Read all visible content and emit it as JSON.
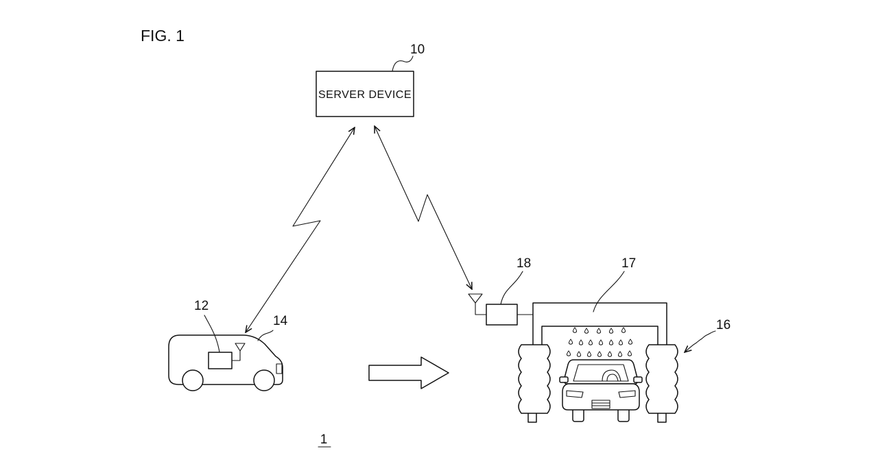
{
  "figure": {
    "title": "FIG. 1",
    "system_ref": "1",
    "server": {
      "label": "SERVER DEVICE",
      "ref": "10"
    },
    "vehicle": {
      "device_ref": "12",
      "vehicle_ref": "14"
    },
    "car_wash": {
      "facility_ref": "16",
      "gantry_ref": "17",
      "device_ref": "18"
    }
  }
}
